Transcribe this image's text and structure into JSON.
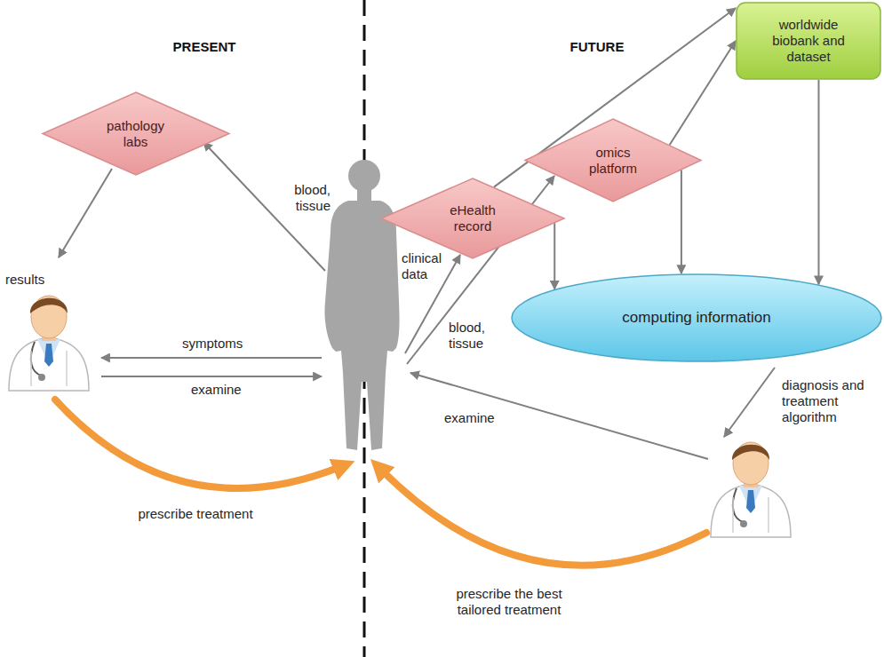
{
  "diagram": {
    "nodes": [
      {
        "text": [
          "pathology labs"
        ]
      },
      {
        "text": [
          "eHealth record"
        ]
      },
      {
        "text": [
          "omics platform"
        ]
      },
      {
        "text": [
          "worldwide biobank and dataset"
        ]
      },
      {
        "text": [
          "computing information"
        ]
      }
    ],
    "edges": [
      {
        "from": 1,
        "to": 3,
        "arrow": "to"
      },
      {
        "from": 2,
        "to": 3,
        "arrow": "to"
      },
      {
        "from": 1,
        "to": 4,
        "arrow": "to"
      },
      {
        "from": 2,
        "to": 4,
        "arrow": "to"
      },
      {
        "from": 3,
        "to": 4,
        "arrow": "to"
      }
    ],
    "labels": [
      "PRESENT",
      "FUTURE",
      "blood, tissue",
      "results",
      "symptoms",
      "examine",
      "prescribe treatment",
      "clinical data",
      "blood, tissue",
      "diagnosis and treatment algorithm",
      "examine",
      "prescribe the best tailored treatment"
    ]
  }
}
